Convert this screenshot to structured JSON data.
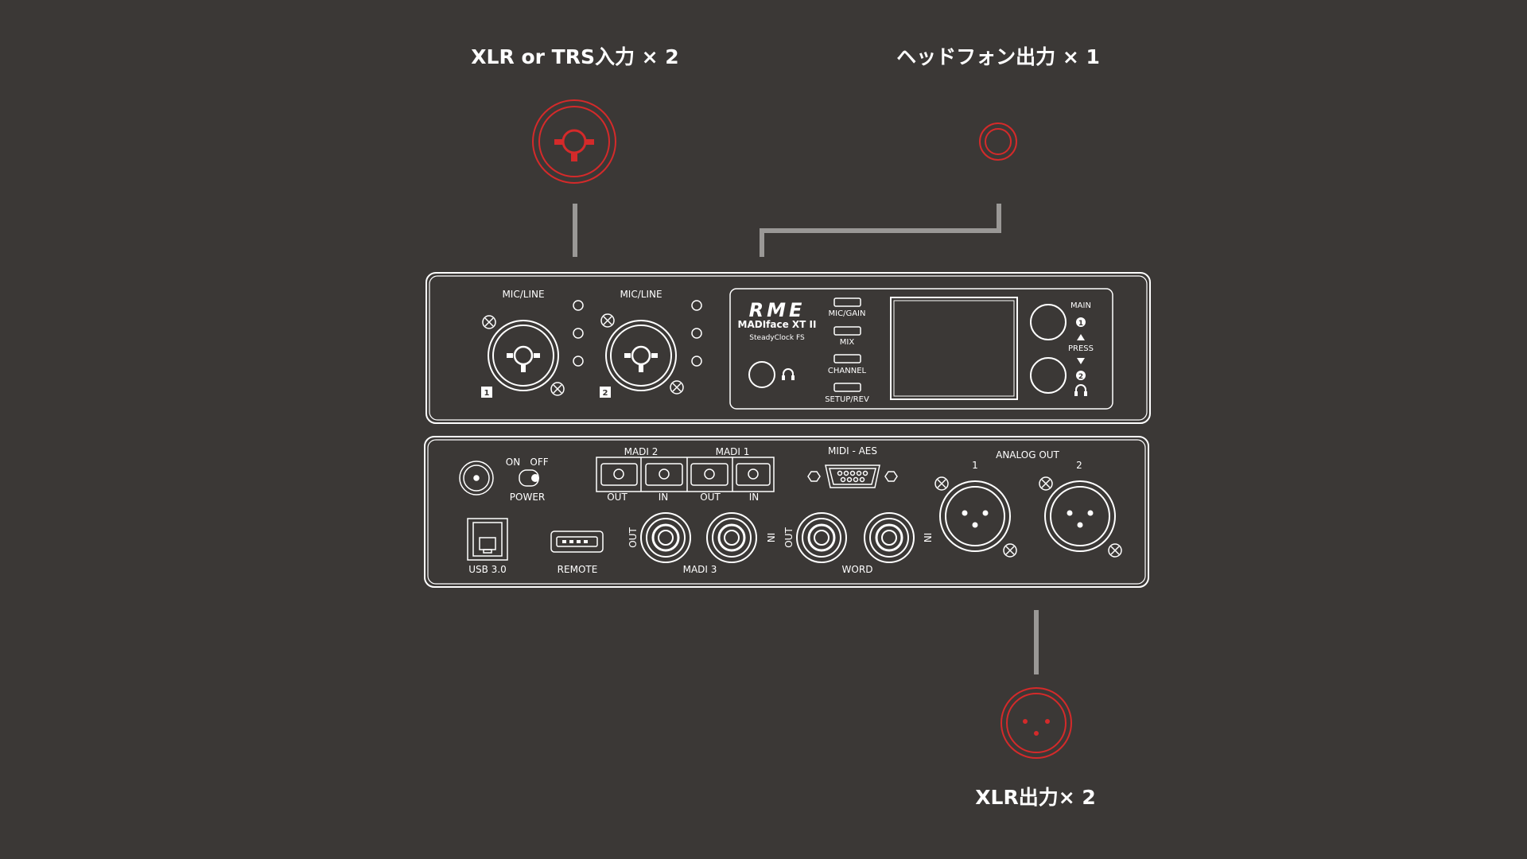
{
  "callouts": {
    "input": "XLR or TRS入力 × 2",
    "headphone": "ヘッドフォン出力 × 1",
    "output": "XLR出力× 2"
  },
  "front": {
    "ch1_label": "MIC/LINE",
    "ch2_label": "MIC/LINE",
    "ch1_num": "1",
    "ch2_num": "2",
    "brand": "RME",
    "model": "MADIface XT II",
    "clock": "SteadyClock FS",
    "buttons": [
      "MIC/GAIN",
      "MIX",
      "CHANNEL",
      "SETUP/REV"
    ],
    "knob_main_label": "MAIN",
    "knob_1": "1",
    "knob_press": "PRESS",
    "knob_2": "2"
  },
  "rear": {
    "power_on": "ON",
    "power_off": "OFF",
    "power": "POWER",
    "madi2": "MADI 2",
    "madi1": "MADI 1",
    "out": "OUT",
    "in": "IN",
    "midi_aes": "MIDI - AES",
    "analog_out": "ANALOG OUT",
    "analog_1": "1",
    "analog_2": "2",
    "usb": "USB 3.0",
    "remote": "REMOTE",
    "madi3": "MADI 3",
    "word": "WORD"
  },
  "colors": {
    "background": "#3b3836",
    "accent_red": "#d42a2a",
    "line": "#ffffff",
    "connector_line": "#9a9896"
  }
}
